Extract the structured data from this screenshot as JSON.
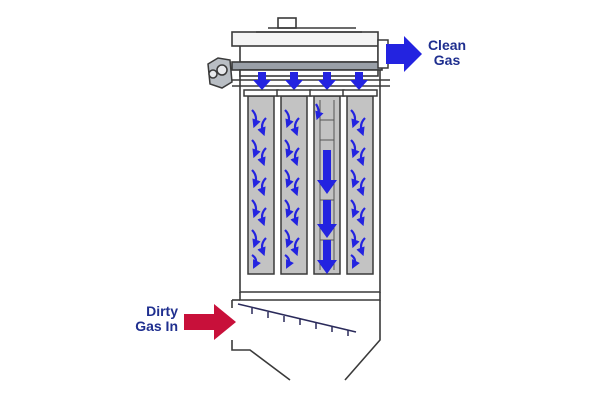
{
  "labels": {
    "clean_gas": [
      "Clean",
      "Gas"
    ],
    "dirty_gas": [
      "Dirty",
      "Gas In"
    ]
  },
  "colors": {
    "clean_gas": "#1f2f8f",
    "dirty_gas": "#c8103a",
    "flow_arrow": "#2323e0",
    "filter_bag": "#c3c3c3",
    "housing_line": "#3a3a3a"
  },
  "diagram": {
    "filter_bag_count": 4,
    "components": [
      "housing",
      "clean-air-plenum",
      "tube-sheet",
      "filter-bags",
      "pulse-valve",
      "hopper",
      "dirty-gas-inlet",
      "clean-gas-outlet"
    ]
  }
}
